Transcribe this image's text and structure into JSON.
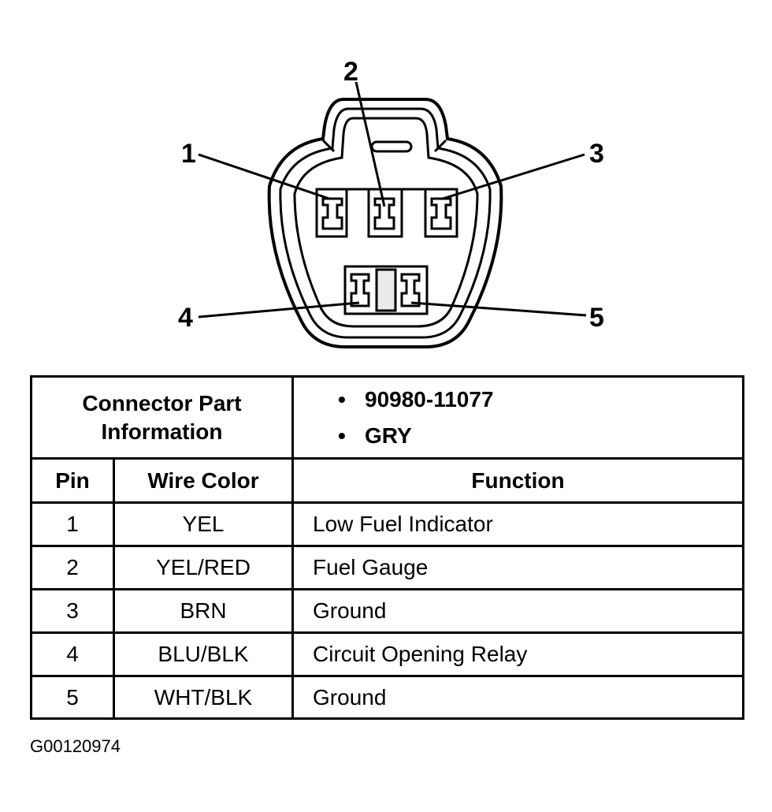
{
  "connector": {
    "pin_callouts": [
      "1",
      "2",
      "3",
      "4",
      "5"
    ]
  },
  "part_info": {
    "label": "Connector Part Information",
    "values": [
      "90980-11077",
      "GRY"
    ],
    "bullet": "•"
  },
  "pin_table": {
    "headers": {
      "pin": "Pin",
      "wire_color": "Wire Color",
      "function": "Function"
    },
    "rows": [
      {
        "pin": "1",
        "wire_color": "YEL",
        "function": "Low Fuel Indicator"
      },
      {
        "pin": "2",
        "wire_color": "YEL/RED",
        "function": "Fuel Gauge"
      },
      {
        "pin": "3",
        "wire_color": "BRN",
        "function": "Ground"
      },
      {
        "pin": "4",
        "wire_color": "BLU/BLK",
        "function": "Circuit Opening Relay"
      },
      {
        "pin": "5",
        "wire_color": "WHT/BLK",
        "function": "Ground"
      }
    ]
  },
  "figure_id": "G00120974"
}
